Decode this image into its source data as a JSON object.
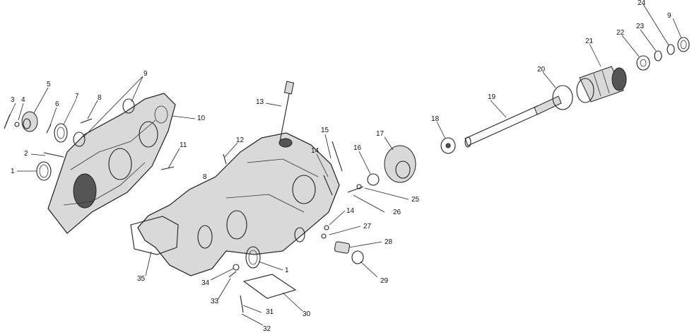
{
  "diagram": {
    "callouts": [
      "3",
      "4",
      "5",
      "6",
      "7",
      "8",
      "9",
      "10",
      "2",
      "1",
      "11",
      "12",
      "13",
      "15",
      "14",
      "16",
      "17",
      "18",
      "19",
      "20",
      "21",
      "22",
      "23",
      "24",
      "9",
      "25",
      "26",
      "14",
      "27",
      "28",
      "29",
      "1",
      "30",
      "31",
      "32",
      "33",
      "34",
      "35",
      "8"
    ]
  }
}
